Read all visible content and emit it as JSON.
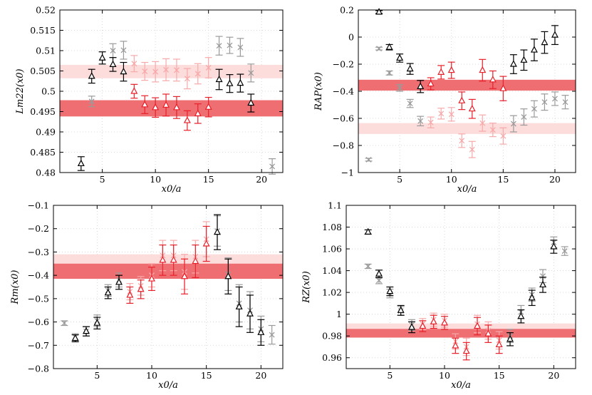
{
  "colors": {
    "black": "#000000",
    "red": "#e8202a",
    "pink": "#f7a9a9",
    "gray": "#9a9a9a",
    "lightgray": "#c4c4c4",
    "band_dark": "#ee6e72",
    "band_light": "#fddcdc"
  },
  "chart_data": [
    {
      "type": "scatter",
      "id": "Lm22",
      "ylabel": "Lm22(x0)",
      "xlabel": "x0/a",
      "xlim": [
        1,
        22
      ],
      "ylim": [
        0.48,
        0.52
      ],
      "xticks": [
        5,
        10,
        15,
        20
      ],
      "yticks": [
        0.48,
        0.485,
        0.49,
        0.495,
        0.5,
        0.505,
        0.51,
        0.515,
        0.52
      ],
      "ytick_labels": [
        "0.48",
        "0.485",
        "0.49",
        "0.495",
        "0.5",
        "0.505",
        "0.51",
        "0.515",
        "0.52"
      ],
      "grid": true,
      "bands": [
        {
          "style": "dark",
          "low": 0.4938,
          "high": 0.4978
        },
        {
          "style": "light",
          "low": 0.5032,
          "high": 0.5065
        }
      ],
      "series": [
        {
          "style": "tri_black",
          "points": [
            [
              3,
              0.4822,
              0.0017
            ],
            [
              4,
              0.5037,
              0.0017
            ],
            [
              5,
              0.5082,
              0.0015
            ],
            [
              6,
              0.5066,
              0.0017
            ],
            [
              7,
              0.5048,
              0.0023
            ],
            [
              16,
              0.5029,
              0.0025
            ],
            [
              17,
              0.5019,
              0.0022
            ],
            [
              18,
              0.502,
              0.0022
            ],
            [
              19,
              0.4971,
              0.0022
            ]
          ]
        },
        {
          "style": "tri_red",
          "points": [
            [
              8,
              0.5,
              0.0017
            ],
            [
              9,
              0.4967,
              0.0022
            ],
            [
              10,
              0.496,
              0.0024
            ],
            [
              11,
              0.4966,
              0.0027
            ],
            [
              12,
              0.496,
              0.0027
            ],
            [
              13,
              0.4928,
              0.0024
            ],
            [
              14,
              0.4945,
              0.0024
            ],
            [
              15,
              0.4961,
              0.0024
            ]
          ]
        },
        {
          "style": "x_gray",
          "points": [
            [
              4,
              0.4975,
              0.0013
            ],
            [
              6,
              0.51,
              0.0017
            ],
            [
              7,
              0.5101,
              0.0022
            ],
            [
              16,
              0.5112,
              0.0023
            ],
            [
              17,
              0.5113,
              0.002
            ],
            [
              18,
              0.5108,
              0.0022
            ],
            [
              19,
              0.5045,
              0.0022
            ],
            [
              21,
              0.4815,
              0.0019
            ]
          ]
        },
        {
          "style": "x_pink",
          "points": [
            [
              8,
              0.5068,
              0.002
            ],
            [
              9,
              0.5049,
              0.0022
            ],
            [
              10,
              0.5048,
              0.0025
            ],
            [
              11,
              0.5053,
              0.0027
            ],
            [
              12,
              0.5052,
              0.0027
            ],
            [
              13,
              0.5031,
              0.0025
            ],
            [
              14,
              0.5043,
              0.0025
            ],
            [
              15,
              0.5058,
              0.0025
            ]
          ]
        }
      ]
    },
    {
      "type": "scatter",
      "id": "RAP",
      "ylabel": "RAP(x0)",
      "xlabel": "x0/a",
      "xlim": [
        1,
        22
      ],
      "ylim": [
        -1,
        0.2
      ],
      "xticks": [
        5,
        10,
        15,
        20
      ],
      "yticks": [
        -1,
        -0.8,
        -0.6,
        -0.4,
        -0.2,
        0,
        0.2
      ],
      "ytick_labels": [
        "−1",
        "−0.8",
        "−0.6",
        "−0.4",
        "−0.2",
        "0",
        "0.2"
      ],
      "grid": true,
      "bands": [
        {
          "style": "dark",
          "low": -0.395,
          "high": -0.315
        },
        {
          "style": "light",
          "low": -0.715,
          "high": -0.635
        }
      ],
      "series": [
        {
          "style": "tri_black",
          "points": [
            [
              3,
              0.185,
              0.01
            ],
            [
              4,
              -0.075,
              0.02
            ],
            [
              5,
              -0.155,
              0.03
            ],
            [
              6,
              -0.235,
              0.04
            ],
            [
              7,
              -0.365,
              0.045
            ],
            [
              16,
              -0.2,
              0.07
            ],
            [
              17,
              -0.17,
              0.075
            ],
            [
              18,
              -0.095,
              0.08
            ],
            [
              19,
              -0.04,
              0.08
            ],
            [
              20,
              0.015,
              0.07
            ]
          ]
        },
        {
          "style": "tri_red",
          "points": [
            [
              8,
              -0.345,
              0.045
            ],
            [
              9,
              -0.26,
              0.05
            ],
            [
              10,
              -0.245,
              0.06
            ],
            [
              11,
              -0.47,
              0.065
            ],
            [
              12,
              -0.53,
              0.07
            ],
            [
              13,
              -0.245,
              0.08
            ],
            [
              14,
              -0.315,
              0.065
            ],
            [
              15,
              -0.38,
              0.09
            ]
          ]
        },
        {
          "style": "x_gray",
          "points": [
            [
              2,
              -0.905,
              0.01
            ],
            [
              3,
              -0.085,
              0.01
            ],
            [
              4,
              -0.265,
              0.015
            ],
            [
              5,
              -0.375,
              0.025
            ],
            [
              6,
              -0.49,
              0.03
            ],
            [
              7,
              -0.62,
              0.035
            ],
            [
              16,
              -0.64,
              0.06
            ],
            [
              17,
              -0.59,
              0.06
            ],
            [
              18,
              -0.53,
              0.06
            ],
            [
              19,
              -0.48,
              0.06
            ],
            [
              20,
              -0.455,
              0.05
            ],
            [
              21,
              -0.48,
              0.05
            ]
          ]
        },
        {
          "style": "x_pink",
          "points": [
            [
              8,
              -0.63,
              0.04
            ],
            [
              9,
              -0.565,
              0.04
            ],
            [
              10,
              -0.57,
              0.05
            ],
            [
              11,
              -0.765,
              0.05
            ],
            [
              12,
              -0.83,
              0.06
            ],
            [
              13,
              -0.635,
              0.06
            ],
            [
              14,
              -0.685,
              0.05
            ],
            [
              15,
              -0.73,
              0.06
            ]
          ]
        }
      ]
    },
    {
      "type": "scatter",
      "id": "Rm",
      "ylabel": "Rm(x0)",
      "xlabel": "x0/a",
      "xlim": [
        1,
        22
      ],
      "ylim": [
        -0.8,
        -0.1
      ],
      "xticks": [
        5,
        10,
        15,
        20
      ],
      "yticks": [
        -0.8,
        -0.7,
        -0.6,
        -0.5,
        -0.4,
        -0.3,
        -0.2,
        -0.1
      ],
      "ytick_labels": [
        "−0.8",
        "−0.7",
        "−0.6",
        "−0.5",
        "−0.4",
        "−0.3",
        "−0.2",
        "−0.1"
      ],
      "grid": true,
      "bands": [
        {
          "style": "light",
          "low": -0.39,
          "high": -0.31
        },
        {
          "style": "dark",
          "low": -0.415,
          "high": -0.35
        }
      ],
      "series": [
        {
          "style": "tri_black",
          "points": [
            [
              3,
              -0.67,
              0.015
            ],
            [
              4,
              -0.64,
              0.02
            ],
            [
              5,
              -0.605,
              0.025
            ],
            [
              6,
              -0.475,
              0.025
            ],
            [
              7,
              -0.43,
              0.03
            ],
            [
              16,
              -0.215,
              0.075
            ],
            [
              17,
              -0.405,
              0.075
            ],
            [
              18,
              -0.535,
              0.085
            ],
            [
              19,
              -0.565,
              0.08
            ],
            [
              20,
              -0.645,
              0.055
            ]
          ]
        },
        {
          "style": "tri_red",
          "points": [
            [
              8,
              -0.485,
              0.035
            ],
            [
              9,
              -0.46,
              0.04
            ],
            [
              10,
              -0.415,
              0.05
            ],
            [
              11,
              -0.335,
              0.065
            ],
            [
              12,
              -0.335,
              0.065
            ],
            [
              13,
              -0.405,
              0.075
            ],
            [
              14,
              -0.34,
              0.07
            ],
            [
              15,
              -0.265,
              0.075
            ]
          ]
        },
        {
          "style": "x_gray",
          "points": [
            [
              2,
              -0.605,
              0.01
            ],
            [
              3,
              -0.665,
              0.015
            ],
            [
              4,
              -0.64,
              0.02
            ],
            [
              5,
              -0.595,
              0.025
            ],
            [
              6,
              -0.465,
              0.025
            ],
            [
              7,
              -0.42,
              0.03
            ],
            [
              16,
              -0.21,
              0.065
            ],
            [
              17,
              -0.395,
              0.07
            ],
            [
              18,
              -0.52,
              0.08
            ],
            [
              19,
              -0.55,
              0.08
            ],
            [
              20,
              -0.63,
              0.055
            ],
            [
              21,
              -0.655,
              0.04
            ]
          ]
        },
        {
          "style": "x_pink",
          "points": [
            [
              8,
              -0.47,
              0.035
            ],
            [
              9,
              -0.445,
              0.04
            ],
            [
              10,
              -0.4,
              0.05
            ],
            [
              11,
              -0.315,
              0.065
            ],
            [
              12,
              -0.315,
              0.065
            ],
            [
              13,
              -0.385,
              0.075
            ],
            [
              14,
              -0.32,
              0.07
            ],
            [
              15,
              -0.245,
              0.075
            ]
          ]
        }
      ]
    },
    {
      "type": "scatter",
      "id": "RZ",
      "ylabel": "RZ(x0)",
      "xlabel": "x0/a",
      "xlim": [
        1,
        22
      ],
      "ylim": [
        0.95,
        1.1
      ],
      "xticks": [
        5,
        10,
        15,
        20
      ],
      "yticks": [
        0.96,
        0.98,
        1.0,
        1.02,
        1.04,
        1.06,
        1.08,
        1.1
      ],
      "ytick_labels": [
        "0.96",
        "0.98",
        "1",
        "1.02",
        "1.04",
        "1.06",
        "1.08",
        "1.1"
      ],
      "grid": true,
      "bands": [
        {
          "style": "light",
          "low": 0.9805,
          "high": 0.9915
        },
        {
          "style": "dark",
          "low": 0.9785,
          "high": 0.9865
        }
      ],
      "series": [
        {
          "style": "tri_black",
          "points": [
            [
              3,
              1.0755,
              0.002
            ],
            [
              4,
              1.037,
              0.0035
            ],
            [
              5,
              1.021,
              0.004
            ],
            [
              6,
              1.0035,
              0.0045
            ],
            [
              7,
              0.988,
              0.005
            ],
            [
              16,
              0.977,
              0.006
            ],
            [
              17,
              0.998,
              0.006
            ],
            [
              18,
              1.015,
              0.007
            ],
            [
              19,
              1.027,
              0.007
            ],
            [
              20,
              1.062,
              0.006
            ]
          ]
        },
        {
          "style": "tri_red",
          "points": [
            [
              8,
              0.989,
              0.005
            ],
            [
              9,
              0.993,
              0.006
            ],
            [
              10,
              0.992,
              0.006
            ],
            [
              11,
              0.971,
              0.007
            ],
            [
              12,
              0.966,
              0.008
            ],
            [
              13,
              0.989,
              0.008
            ],
            [
              14,
              0.982,
              0.008
            ],
            [
              15,
              0.972,
              0.008
            ]
          ]
        },
        {
          "style": "x_gray",
          "points": [
            [
              3,
              1.044,
              0.002
            ],
            [
              4,
              1.031,
              0.003
            ],
            [
              5,
              1.019,
              0.004
            ],
            [
              6,
              1.003,
              0.004
            ],
            [
              7,
              0.99,
              0.005
            ],
            [
              16,
              0.98,
              0.006
            ],
            [
              17,
              1.002,
              0.006
            ],
            [
              18,
              1.018,
              0.006
            ],
            [
              19,
              1.035,
              0.006
            ],
            [
              20,
              1.066,
              0.005
            ],
            [
              21,
              1.058,
              0.004
            ]
          ]
        },
        {
          "style": "x_pink",
          "points": [
            [
              8,
              0.991,
              0.005
            ],
            [
              9,
              0.995,
              0.006
            ],
            [
              10,
              0.994,
              0.006
            ],
            [
              11,
              0.975,
              0.007
            ],
            [
              12,
              0.97,
              0.008
            ],
            [
              13,
              0.991,
              0.008
            ],
            [
              14,
              0.985,
              0.008
            ],
            [
              15,
              0.976,
              0.008
            ]
          ]
        }
      ]
    }
  ]
}
